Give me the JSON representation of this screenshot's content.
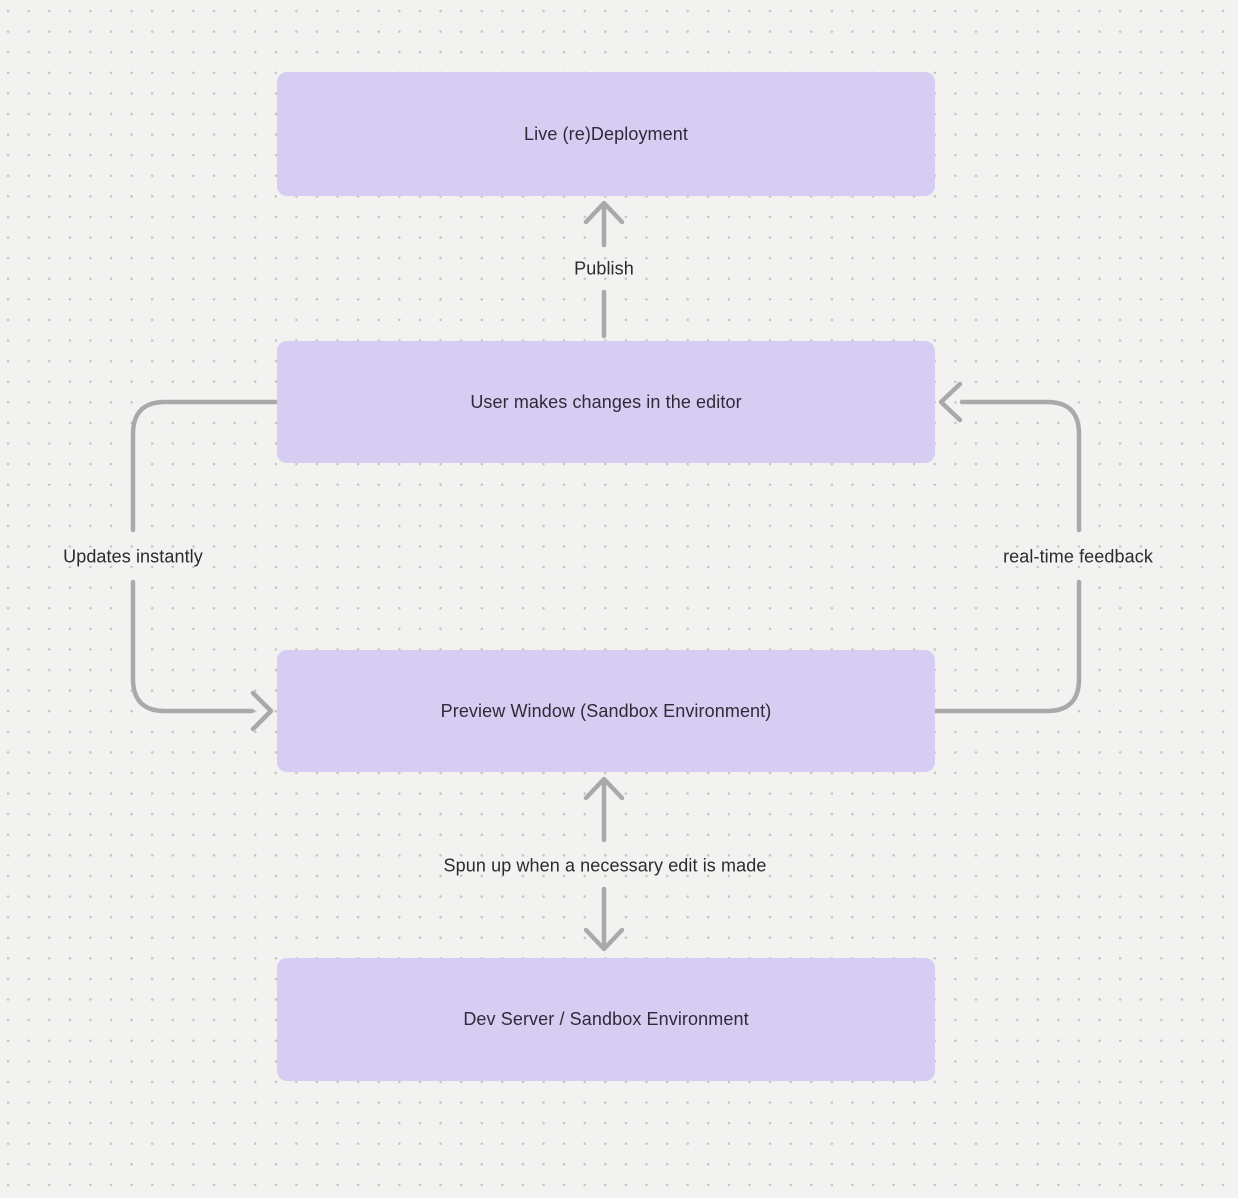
{
  "diagram": {
    "nodes": [
      {
        "id": "live-deployment",
        "label": "Live (re)Deployment"
      },
      {
        "id": "editor",
        "label": "User makes changes in the editor"
      },
      {
        "id": "preview-window",
        "label": "Preview Window (Sandbox Environment)"
      },
      {
        "id": "dev-server",
        "label": "Dev Server / Sandbox Environment"
      }
    ],
    "edges": [
      {
        "id": "publish",
        "label": "Publish",
        "from": "editor",
        "to": "live-deployment",
        "direction": "up"
      },
      {
        "id": "updates-instantly",
        "label": "Updates instantly",
        "from": "editor",
        "to": "preview-window",
        "direction": "left-loop-down"
      },
      {
        "id": "real-time-feedback",
        "label": "real-time feedback",
        "from": "preview-window",
        "to": "editor",
        "direction": "right-loop-up"
      },
      {
        "id": "spun-up",
        "label": "Spun up when a necessary edit is made",
        "from": "preview-window",
        "to": "dev-server",
        "bidirectional": true
      }
    ],
    "colors": {
      "background": "#f2f2f1",
      "grid_dot": "#c5c4c3",
      "node_fill": "#d7cdf3",
      "node_text": "#2e2b38",
      "arrow": "#a9a9a9",
      "label_text": "#2b2b2b"
    }
  }
}
